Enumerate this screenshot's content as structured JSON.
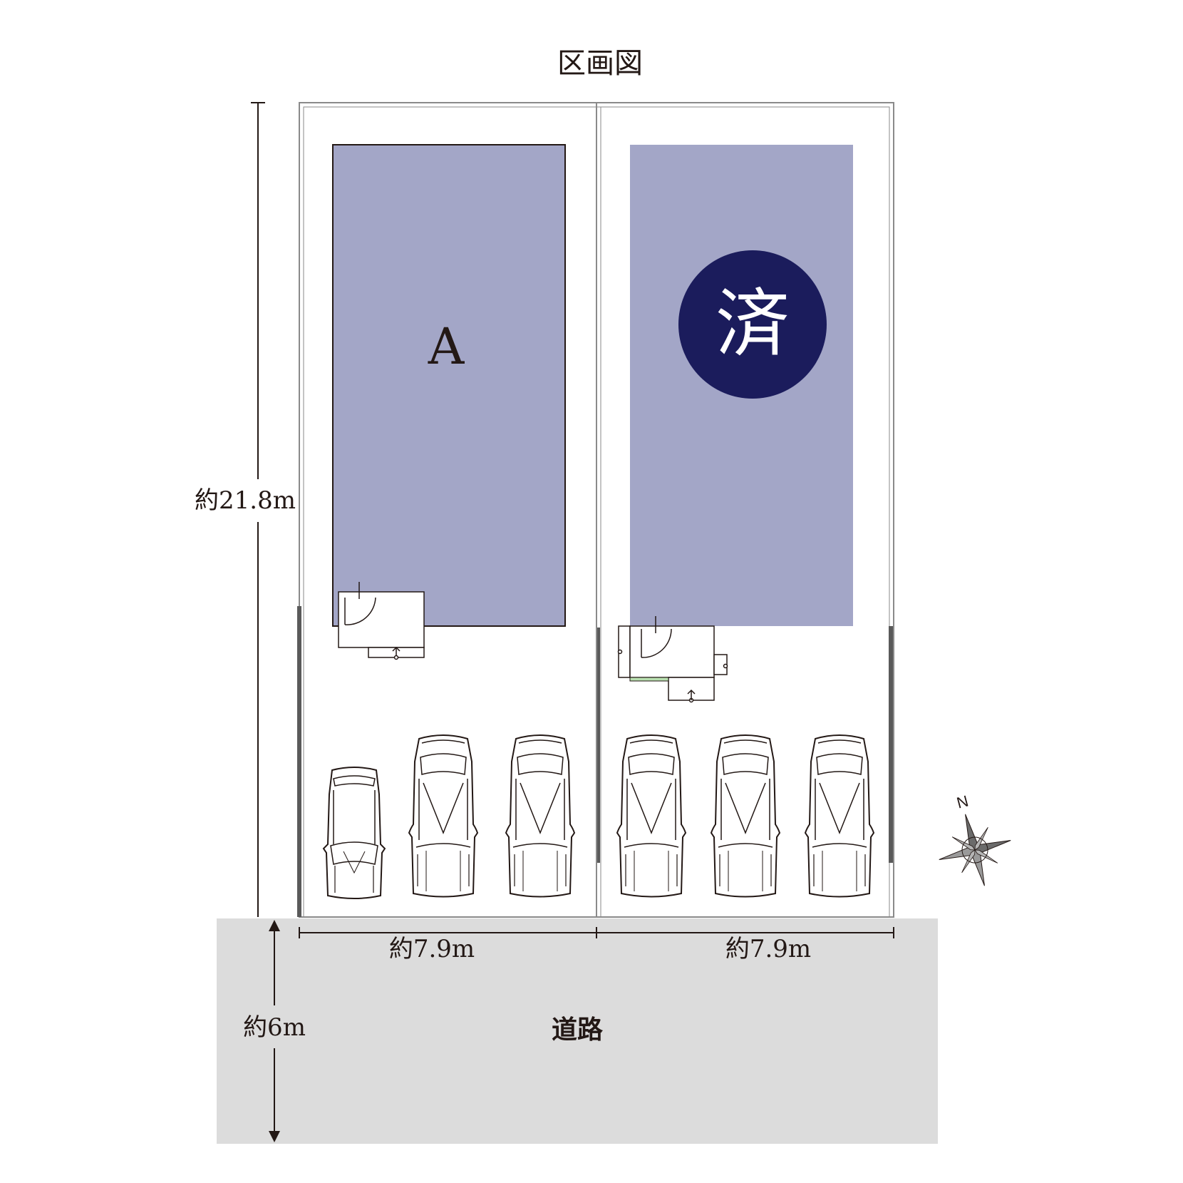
{
  "title": "区画図",
  "lots": [
    {
      "label": "A",
      "sold": false
    },
    {
      "label": "",
      "sold": true,
      "sold_text": "済"
    }
  ],
  "dimensions": {
    "depth": "約21.8m",
    "lot_a_width": "約7.9m",
    "lot_b_width": "約7.9m",
    "road_width": "約6m"
  },
  "road_label": "道路",
  "compass": {
    "label": "N"
  },
  "colors": {
    "building": "#a3a6c7",
    "sold_badge": "#1b1c5c",
    "road": "#dcdcdc",
    "line": "#231815",
    "hedge": "#b8e0b0"
  }
}
